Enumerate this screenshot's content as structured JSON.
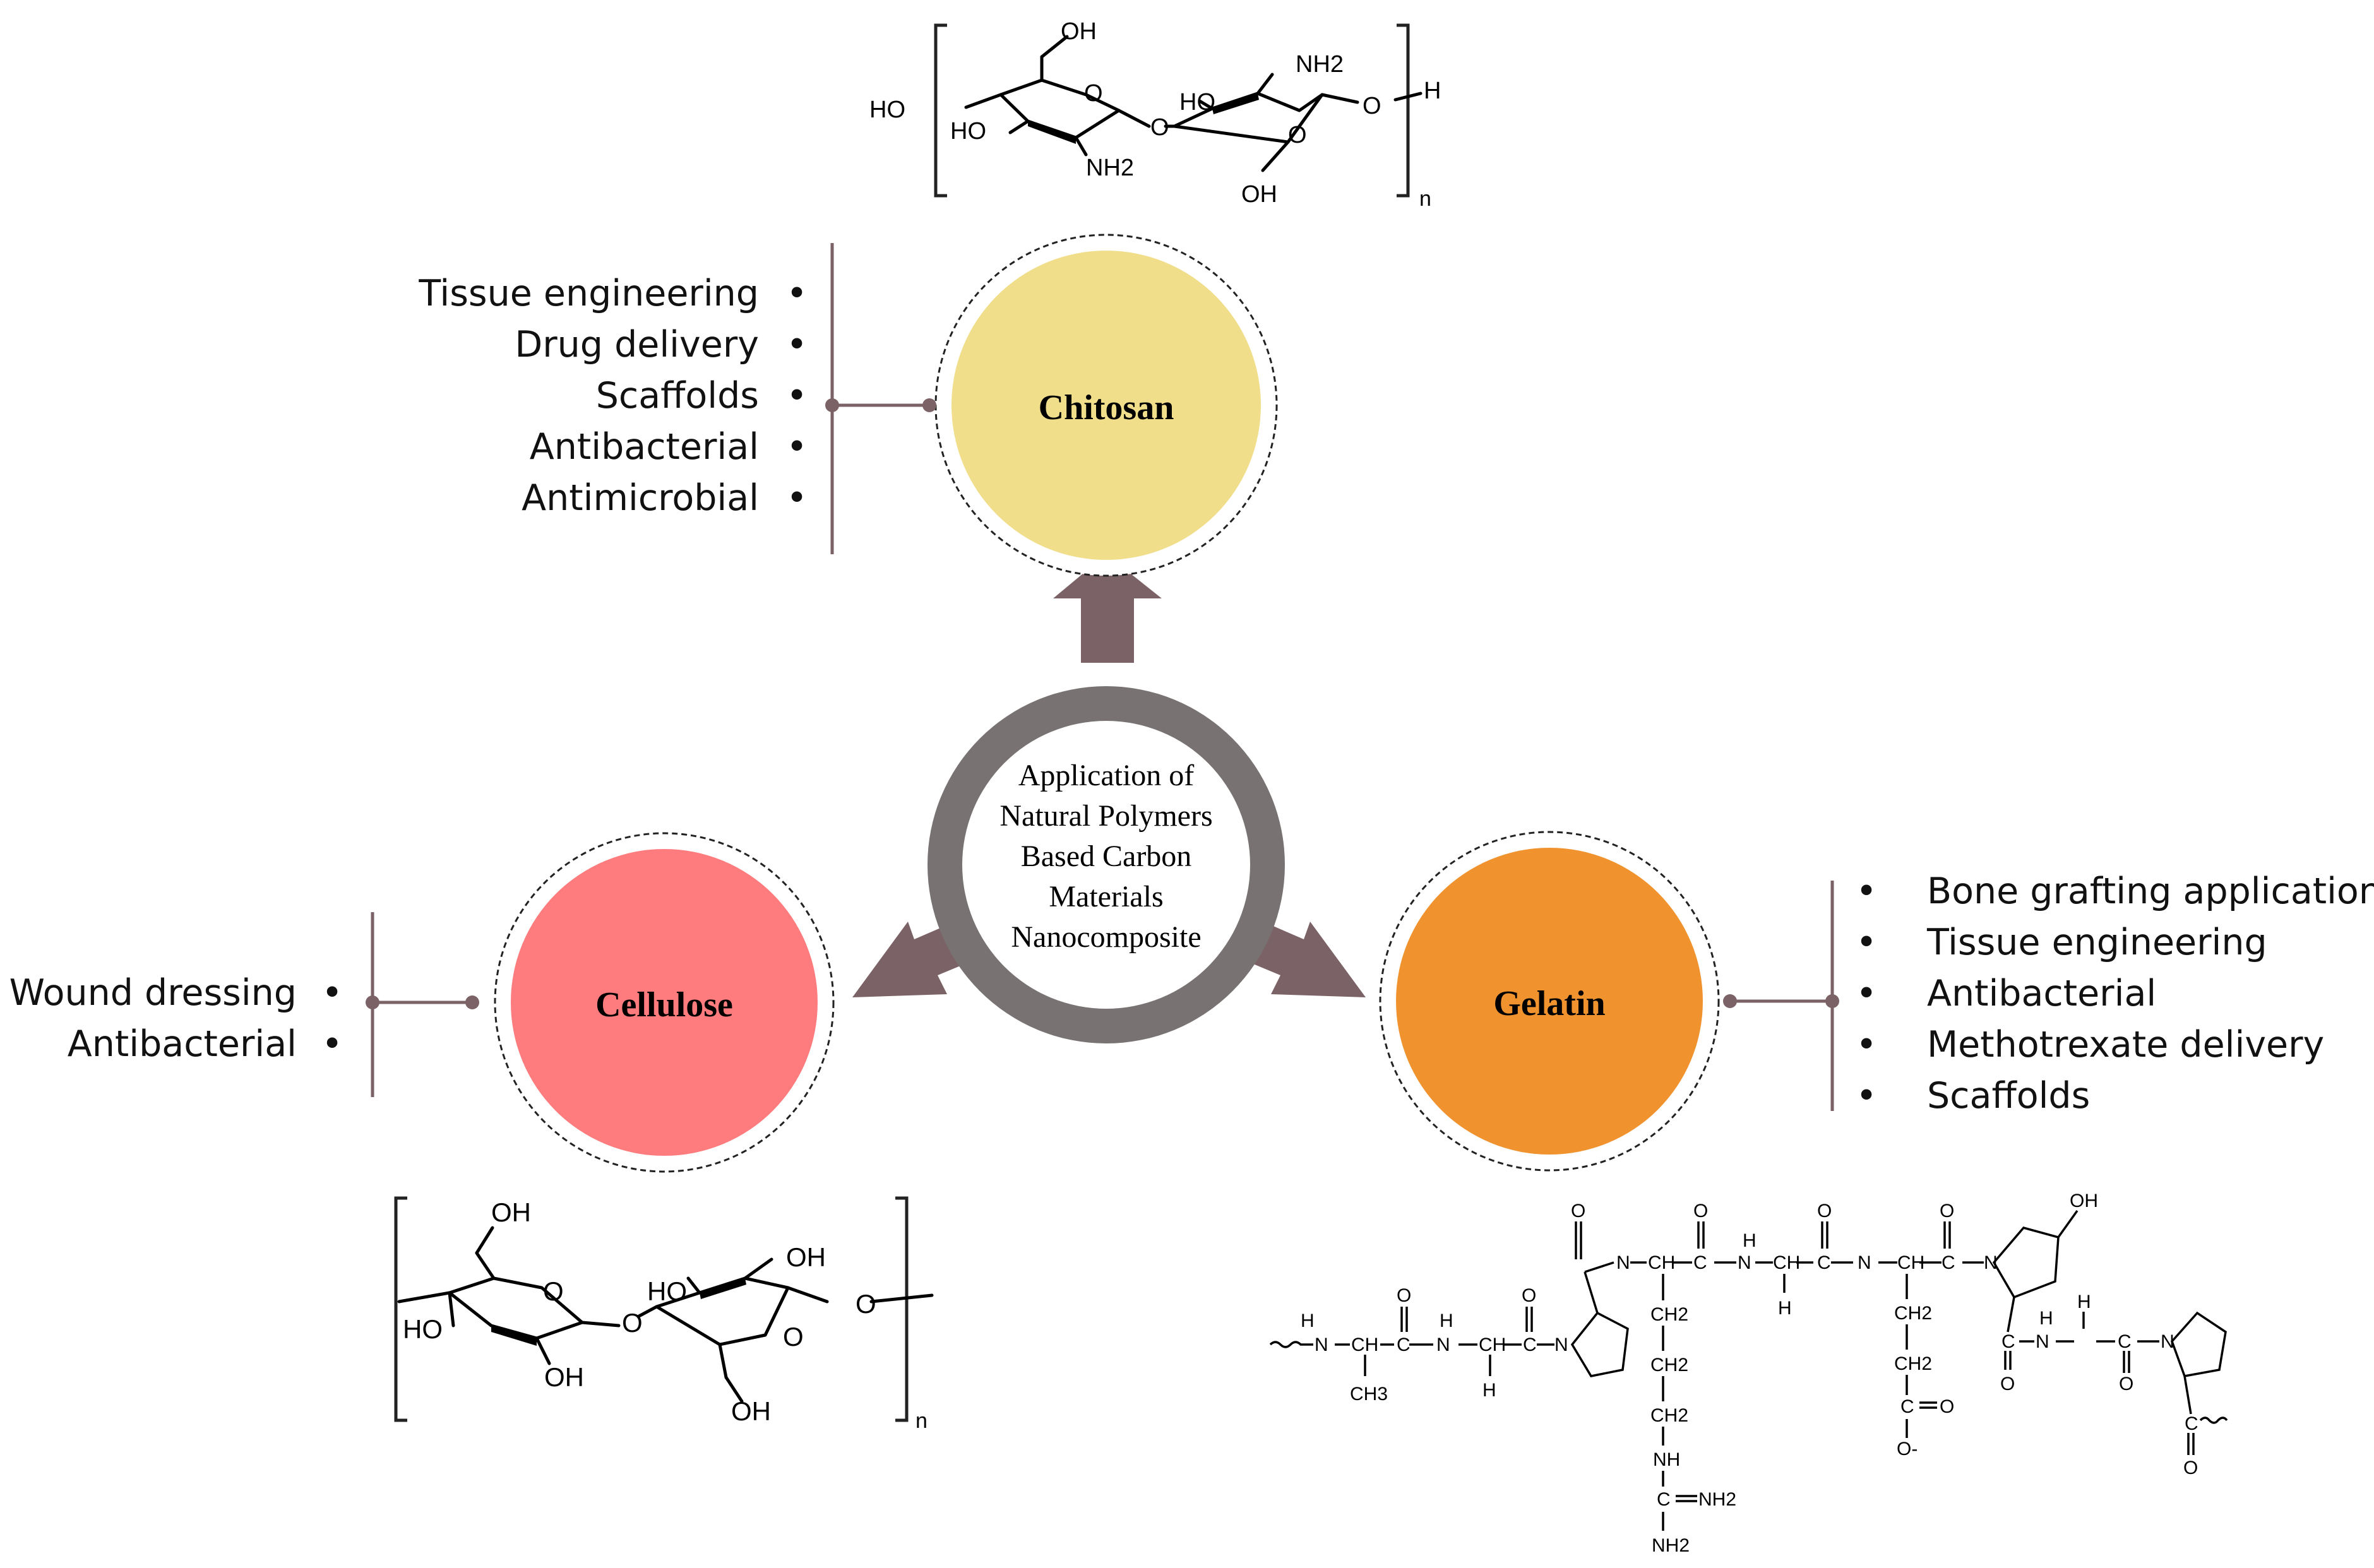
{
  "center": {
    "lines": [
      "Application of",
      "Natural Polymers",
      "Based Carbon",
      "Materials",
      "Nanocomposite"
    ]
  },
  "nodes": {
    "chitosan": {
      "label": "Chitosan",
      "color": "#f0de8b",
      "applications": [
        "Tissue engineering",
        "Drug delivery",
        "Scaffolds",
        "Antibacterial",
        "Antimicrobial"
      ]
    },
    "cellulose": {
      "label": "Cellulose",
      "color": "#fe7b7e",
      "applications": [
        "Wound dressing",
        "Antibacterial"
      ]
    },
    "gelatin": {
      "label": "Gelatin",
      "color": "#f0932e",
      "applications": [
        "Bone grafting application",
        "Tissue engineering",
        "Antibacterial",
        "Methotrexate delivery",
        "Scaffolds"
      ]
    }
  },
  "structures": {
    "chitosan": {
      "groups": [
        "OH",
        "HO",
        "HO",
        "NH2",
        "O",
        "O",
        "NH2",
        "HO",
        "O",
        "OH",
        "O",
        "H",
        "n"
      ]
    },
    "cellulose": {
      "groups": [
        "OH",
        "O",
        "HO",
        "OH",
        "OH",
        "O",
        "HO",
        "OH",
        "O",
        "O",
        "OH",
        "n"
      ]
    },
    "gelatin": {
      "groups": [
        "H",
        "N",
        "CH",
        "C",
        "CH3",
        "O",
        "N",
        "H",
        "CH",
        "H",
        "C",
        "O",
        "N",
        "CH",
        "C",
        "O",
        "N",
        "H",
        "CH",
        "C",
        "O",
        "O",
        "N",
        "H",
        "CH",
        "H",
        "C",
        "N",
        "CH",
        "C",
        "O",
        "N",
        "OH",
        "CH2",
        "CH2",
        "CH2",
        "NH",
        "C",
        "NH2",
        "NH2",
        "CH2",
        "CH2",
        "C",
        "O",
        "O-",
        "C",
        "O",
        "N",
        "H",
        "CH",
        "H",
        "C",
        "O",
        "N",
        "C",
        "O"
      ]
    }
  },
  "bullet": "•",
  "colors": {
    "ring": "#787272",
    "arrow": "#7b6266",
    "connector": "#7b6266"
  }
}
